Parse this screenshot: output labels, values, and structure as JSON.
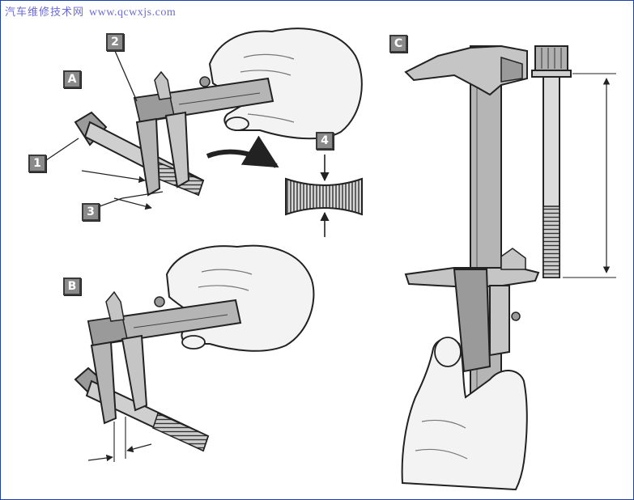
{
  "watermark": {
    "site_name": "汽车维修技术网",
    "url": "www.qcwxjs.com",
    "color": "#6b6bd6"
  },
  "labels": {
    "A": "A",
    "B": "B",
    "C": "C",
    "n1": "1",
    "n2": "2",
    "n3": "3",
    "n4": "4"
  },
  "colors": {
    "frame": "#1f3fa8",
    "label_fill": "#8a8a8a",
    "metal": "#b5b5b5",
    "ink": "#222222"
  }
}
